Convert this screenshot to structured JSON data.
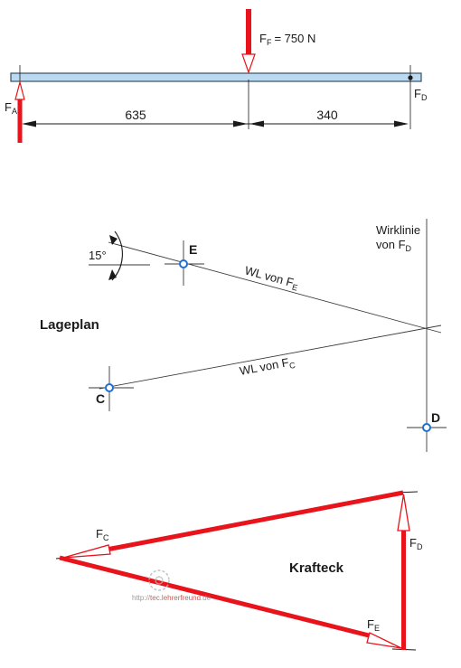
{
  "colors": {
    "force": "#e8131b",
    "beam_fill": "#bcd9f2",
    "beam_stroke": "#3a4f60",
    "ink": "#1a1a1a",
    "joint": "#1f6fd1"
  },
  "beam": {
    "load_main": "F",
    "load_sub": "F",
    "load_value": "= 750 N",
    "fa_main": "F",
    "fa_sub": "A",
    "fd_main": "F",
    "fd_sub": "D",
    "dim_left": "635",
    "dim_right": "340"
  },
  "lageplan": {
    "title": "Lageplan",
    "angle": "15°",
    "point_e": "E",
    "point_c": "C",
    "point_d": "D",
    "wl_e_main": "WL von F",
    "wl_e_sub": "E",
    "wl_c_main": "WL von F",
    "wl_c_sub": "C",
    "wirk_line1": "Wirklinie",
    "wirk_main": "von F",
    "wirk_sub": "D"
  },
  "krafteck": {
    "title": "Krafteck",
    "fc_main": "F",
    "fc_sub": "C",
    "fd_main": "F",
    "fd_sub": "D",
    "fe_main": "F",
    "fe_sub": "E"
  },
  "watermark": {
    "pre": "http://",
    "mid": "tec.lehrerfreund",
    "post": ".de"
  }
}
